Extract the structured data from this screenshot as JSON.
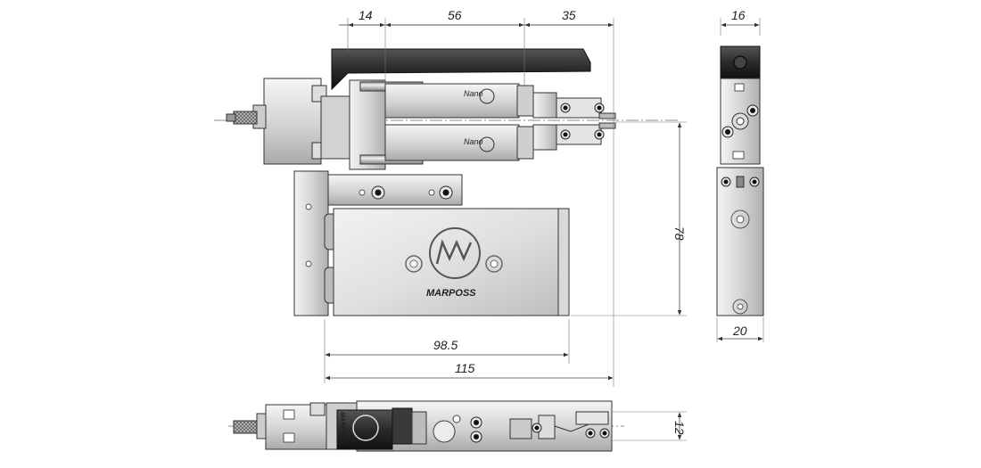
{
  "dimensions": {
    "d14": "14",
    "d56": "56",
    "d35": "35",
    "d16": "16",
    "d78": "78",
    "d20": "20",
    "d98_5": "98.5",
    "d115": "115",
    "d12": "12"
  },
  "labels": {
    "brand": "MARPOSS",
    "brand_top": "MARPOSS",
    "nano_1": "Nano",
    "nano_2": "Nano"
  },
  "colors": {
    "arm": "#2b2b2b",
    "metal_light": "#e6e6e6",
    "metal_mid": "#c4c4c4",
    "metal_dark": "#8f8f8f"
  }
}
